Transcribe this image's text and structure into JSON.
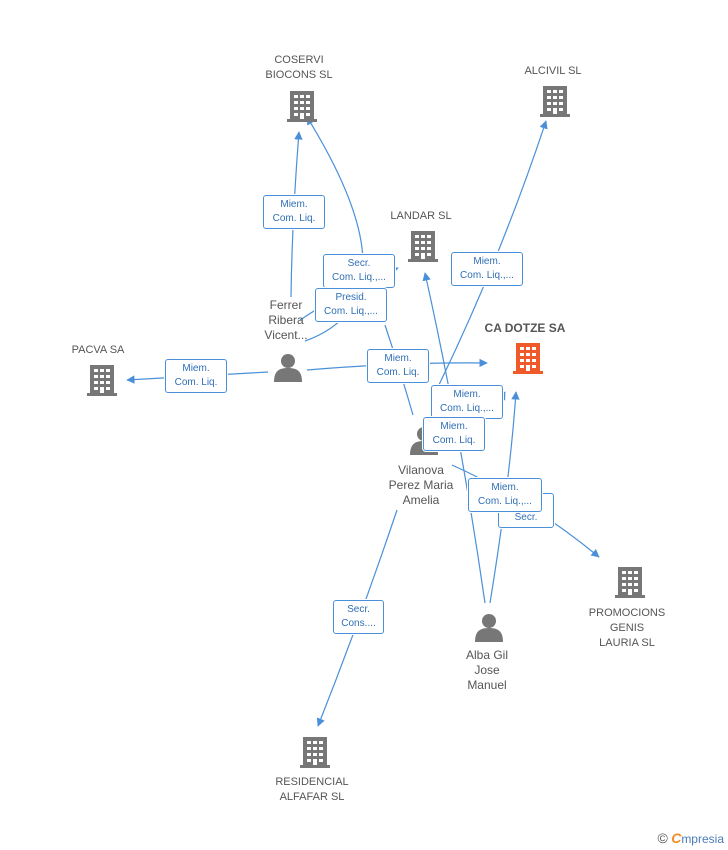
{
  "colors": {
    "edge": "#4a90d9",
    "building": "#777777",
    "building_focus": "#f05a28",
    "person": "#777777"
  },
  "nodes": {
    "coservi": {
      "name": "COSERVI\nBIOCONS SL"
    },
    "alcivil": {
      "name": "ALCIVIL SL"
    },
    "landar": {
      "name": "LANDAR SL"
    },
    "ca_dotze": {
      "name": "CA DOTZE SA"
    },
    "pacva": {
      "name": "PACVA SA"
    },
    "promocions": {
      "name": "PROMOCIONS\nGENIS\nLAURIA SL"
    },
    "residencial": {
      "name": "RESIDENCIAL\nALFAFAR SL"
    },
    "ferrer": {
      "name": "Ferrer\nRibera\nVicent..."
    },
    "vilanova": {
      "name": "Vilanova\nPerez Maria\nAmelia"
    },
    "alba": {
      "name": "Alba Gil\nJose\nManuel"
    }
  },
  "edges": {
    "e1": "Miem.\nCom. Liq.",
    "e2": "Secr.\nCom. Liq.,...",
    "e3": "Presid.\nCom. Liq.,...",
    "e4": "Miem.\nCom. Liq.",
    "e5": "Miem.\nCom. Liq.",
    "e6": "Miem.\nCom. Liq.,...",
    "e7": "Miem.\nCom. Liq.,...",
    "e8": "Miem.\nCom. Liq.",
    "e9": "Miem.\nCom. Liq.,...",
    "e10": "Secr.",
    "e11": "Secr.\nCons...."
  },
  "brand": {
    "copyright": "©",
    "e": "C",
    "rest": "mpresia"
  }
}
